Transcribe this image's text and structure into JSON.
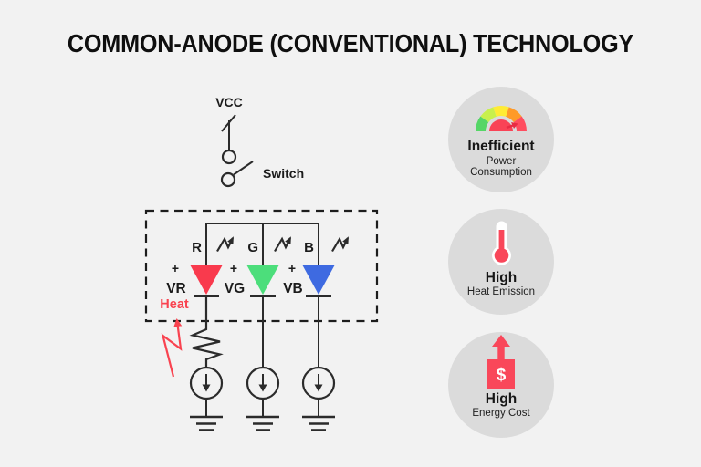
{
  "title": "COMMON-ANODE (CONVENTIONAL) TECHNOLOGY",
  "circuit": {
    "vcc_label": "VCC",
    "switch_label": "Switch",
    "heat_label": "Heat",
    "branches": [
      {
        "channel": "R",
        "plus": "+",
        "voltage": "VR",
        "color": "#f93a4d"
      },
      {
        "channel": "G",
        "plus": "+",
        "voltage": "VG",
        "color": "#4cde7b"
      },
      {
        "channel": "B",
        "plus": "+",
        "voltage": "VB",
        "color": "#3e6ae1"
      }
    ]
  },
  "badges": [
    {
      "icon": "gauge-icon",
      "title": "Inefficient",
      "subtitle_lines": [
        "Power",
        "Consumption"
      ]
    },
    {
      "icon": "thermometer-icon",
      "title": "High",
      "subtitle_lines": [
        "Heat Emission"
      ]
    },
    {
      "icon": "energy-cost-icon",
      "title": "High",
      "subtitle_lines": [
        "Energy Cost"
      ],
      "icon_text": "$"
    }
  ],
  "colors": {
    "background": "#f2f2f2",
    "badge_circle": "#dbdbdb",
    "line": "#2b2b2b",
    "accent_red": "#f94350",
    "gauge_segments": [
      "#55d666",
      "#c8f04c",
      "#ffeb34",
      "#ff9a28",
      "#ff4d5f"
    ]
  }
}
